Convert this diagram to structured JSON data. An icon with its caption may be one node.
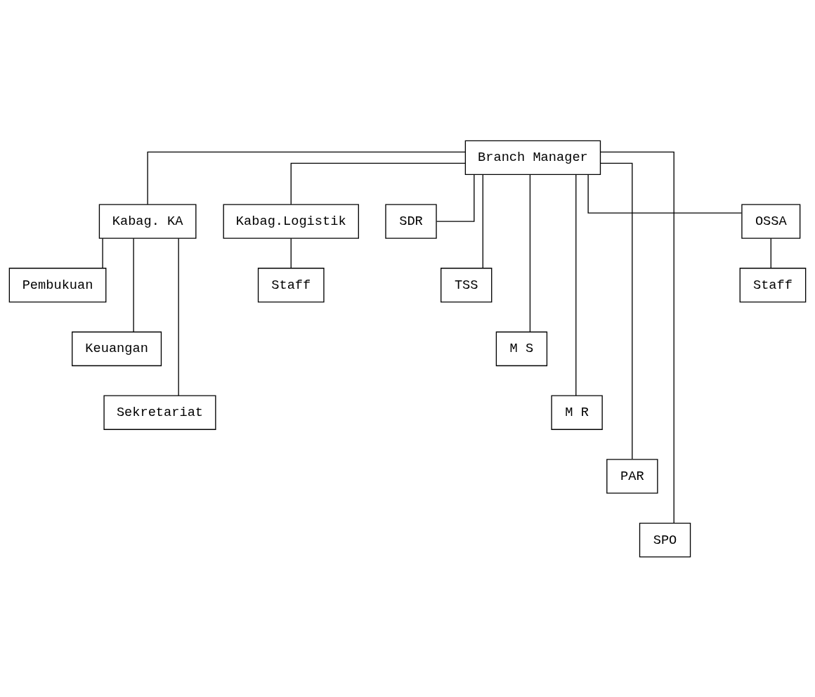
{
  "diagram": {
    "nodes": [
      {
        "text": [
          "Branch Manager"
        ]
      },
      {
        "text": [
          "Kabag. KA"
        ]
      },
      {
        "text": [
          "Kabag.Logistik"
        ]
      },
      {
        "text": [
          "Pembukuan"
        ]
      },
      {
        "text": [
          "Keuangan"
        ]
      },
      {
        "text": [
          "Sekretariat"
        ]
      },
      {
        "text": [
          "SDR"
        ]
      },
      {
        "text": [
          "TSS"
        ]
      },
      {
        "text": [
          "M S"
        ]
      },
      {
        "text": [
          "M R"
        ]
      },
      {
        "text": [
          "PAR"
        ]
      },
      {
        "text": [
          "SPO"
        ]
      },
      {
        "text": [
          "OSSA"
        ]
      },
      {
        "text": [
          "Staff"
        ]
      },
      {
        "text": [
          "Staff"
        ]
      }
    ],
    "edges": [
      {
        "from": 0,
        "to": 1,
        "arrow": "none"
      },
      {
        "from": 0,
        "to": 2,
        "arrow": "none"
      },
      {
        "from": 1,
        "to": 3,
        "arrow": "none"
      },
      {
        "from": 1,
        "to": 4,
        "arrow": "none"
      },
      {
        "from": 1,
        "to": 5,
        "arrow": "none"
      },
      {
        "from": 0,
        "to": 6,
        "arrow": "none"
      },
      {
        "from": 0,
        "to": 7,
        "arrow": "none"
      },
      {
        "from": 0,
        "to": 8,
        "arrow": "none"
      },
      {
        "from": 0,
        "to": 9,
        "arrow": "none"
      },
      {
        "from": 0,
        "to": 10,
        "arrow": "none"
      },
      {
        "from": 0,
        "to": 11,
        "arrow": "none"
      },
      {
        "from": 0,
        "to": 12,
        "arrow": "none"
      },
      {
        "from": 12,
        "to": 13,
        "arrow": "none"
      },
      {
        "from": 2,
        "to": 14,
        "arrow": "none"
      }
    ]
  }
}
